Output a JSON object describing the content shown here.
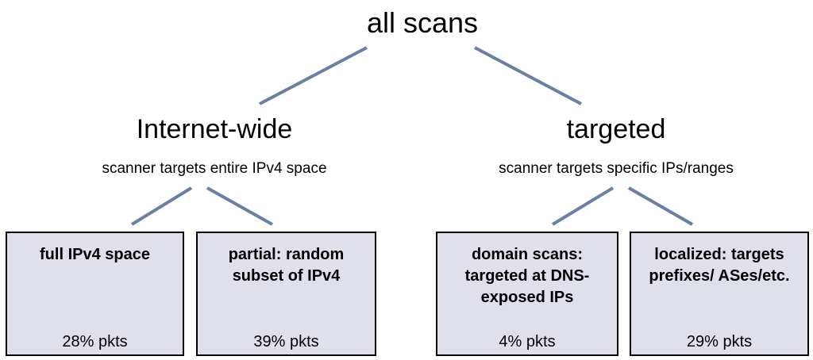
{
  "root": {
    "label": "all scans"
  },
  "branches": [
    {
      "label": "Internet-wide",
      "description": "scanner targets entire IPv4 space"
    },
    {
      "label": "targeted",
      "description": "scanner targets specific IPs/ranges"
    }
  ],
  "leaves": [
    {
      "title": "full IPv4 space",
      "stat": "28% pkts"
    },
    {
      "title": "partial: random subset of IPv4",
      "stat": "39% pkts"
    },
    {
      "title": "domain scans: targeted at DNS-exposed IPs",
      "stat": "4% pkts"
    },
    {
      "title": "localized: targets prefixes/ ASes/etc.",
      "stat": "29% pkts"
    }
  ],
  "colors": {
    "connector": "#6a7fa6",
    "leaf_fill": "#dfe0ea",
    "leaf_border": "#000000"
  }
}
